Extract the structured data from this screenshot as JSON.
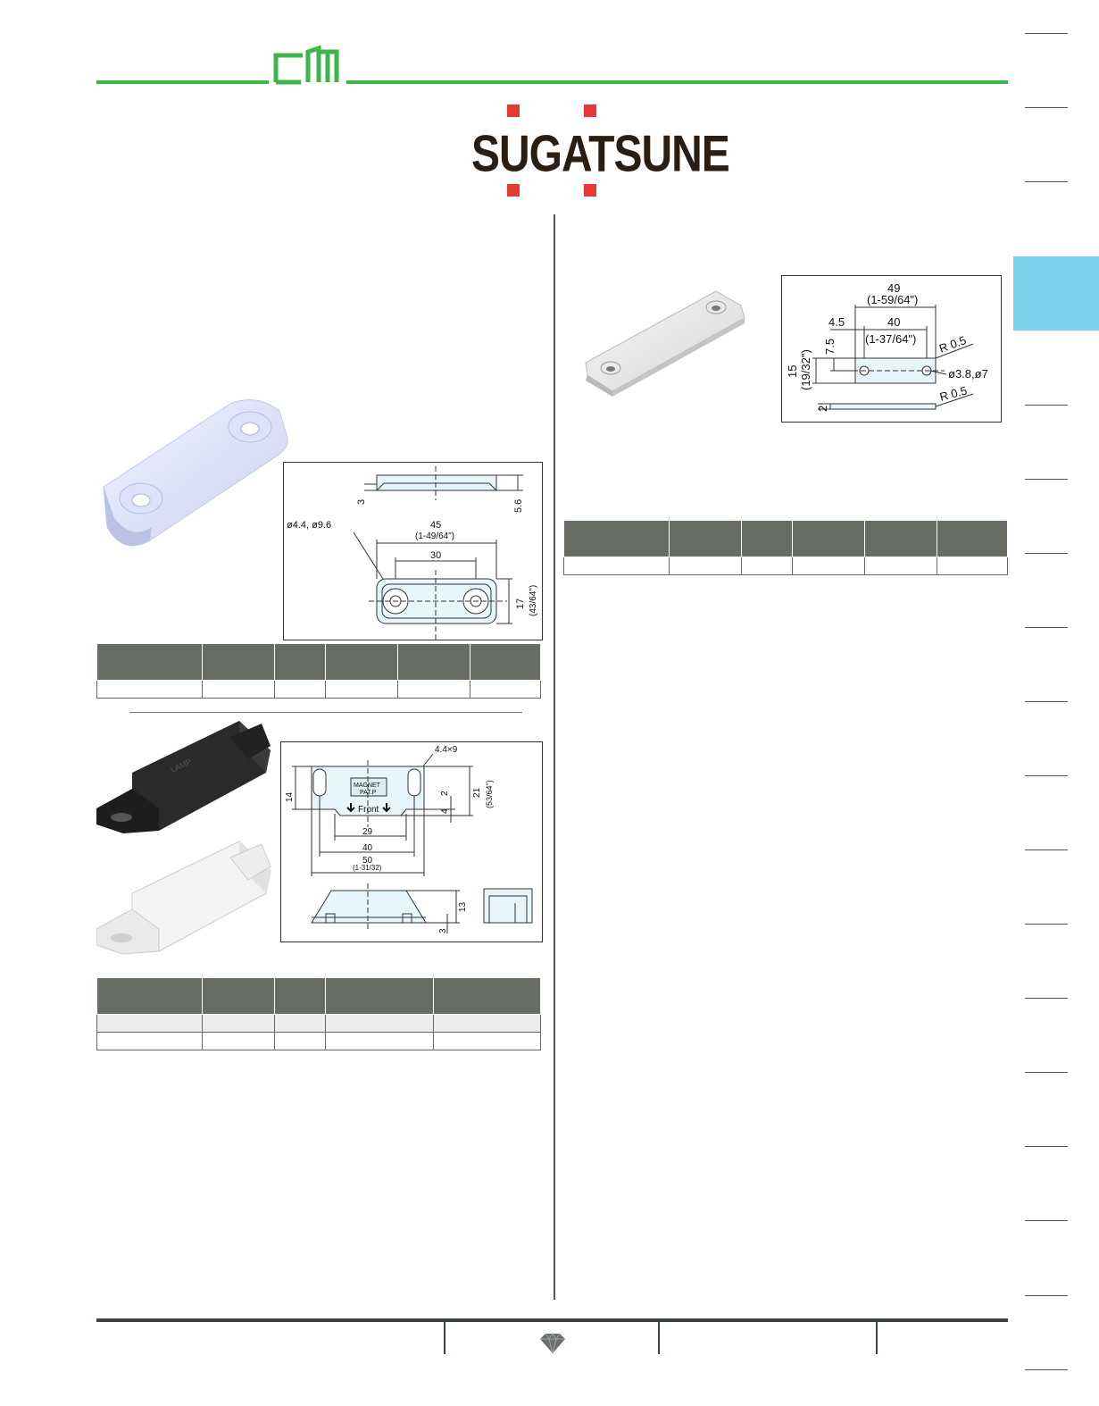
{
  "header": {
    "logo_mark": "CM",
    "brand_name": "SUGATSUNE",
    "brand_colors": {
      "line": "#3db54a",
      "brand_red": "#e53935",
      "tab_blue": "#7ed3ec"
    }
  },
  "strike_plate_white": {
    "drawing": {
      "hole_callout": "ø4.4, ø9.6",
      "length": "45",
      "length_inch": "(1-49/64\")",
      "hole_pitch": "30",
      "width": "17",
      "width_inch": "(43/64\")",
      "thickness_side": "3",
      "height_side": "5.6"
    }
  },
  "catch_black_white": {
    "drawing": {
      "slot": "4.4×9",
      "front_label": "Front",
      "height_left": "14",
      "step_2": "2",
      "step_4": "4",
      "height_right": "21",
      "height_right_inch": "(53/64\")",
      "dim_29": "29",
      "dim_40": "40",
      "dim_50": "50",
      "dim_50_inch": "(1-31/32)",
      "height_13": "13",
      "base_3": "3",
      "mark_text_1": "MAGNET",
      "mark_text_2": "PAT.P"
    }
  },
  "strike_plate_steel": {
    "drawing": {
      "length": "49",
      "length_inch": "(1-59/64\")",
      "offset": "4.5",
      "hole_pitch": "40",
      "hole_pitch_inch": "(1-37/64\")",
      "radius_top": "R 0.5",
      "radius_bottom": "R 0.5",
      "half_height": "7.5",
      "height": "15",
      "height_inch": "(19/32\")",
      "hole_callout": "ø3.8,ø7",
      "thickness": "2"
    }
  }
}
